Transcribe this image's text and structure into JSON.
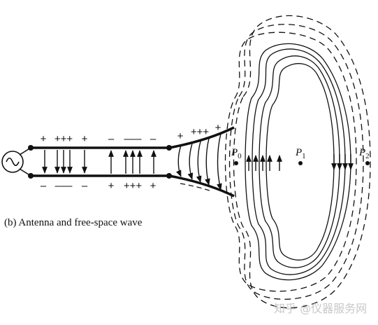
{
  "caption": "(b)  Antenna and free-space wave",
  "points": [
    {
      "base": "P",
      "sub": "0"
    },
    {
      "base": "P",
      "sub": "1"
    },
    {
      "base": "P",
      "sub": "2"
    }
  ],
  "charges": {
    "line_top": [
      "+",
      "+++",
      "+",
      "–",
      "–––",
      "–"
    ],
    "line_bottom": [
      "–",
      "–––",
      "–",
      "+",
      "+++",
      "+"
    ],
    "horn_top": [
      "+",
      "+++",
      "+"
    ]
  },
  "watermark": "知乎 @仪器服务网",
  "colors": {
    "ink": "#111111",
    "watermark": "#c8c8c8"
  }
}
